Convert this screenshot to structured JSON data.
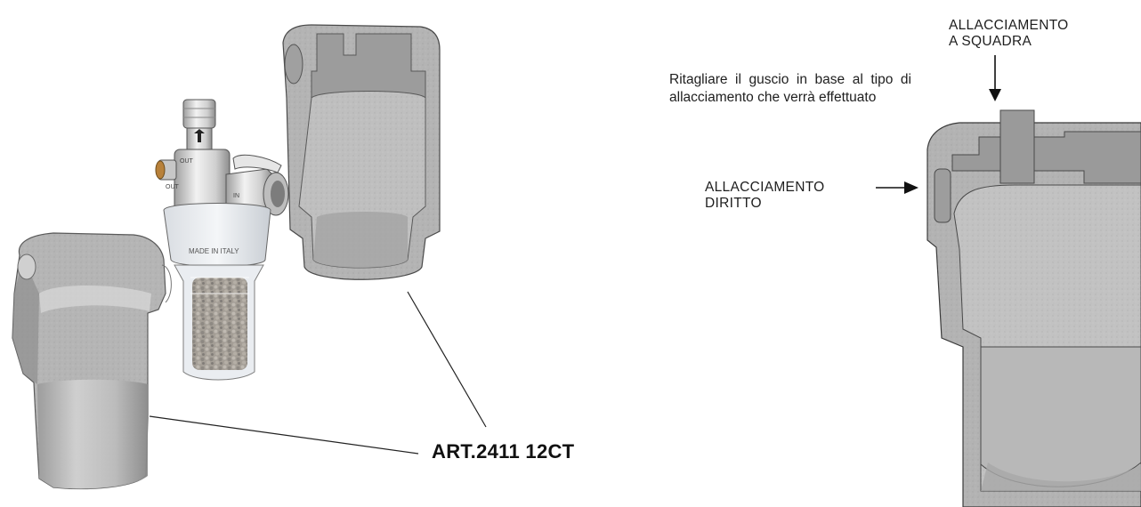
{
  "labels": {
    "squadra_line1": "ALLACCIAMENTO",
    "squadra_line2": "A SQUADRA",
    "diritto_line1": "ALLACCIAMENTO",
    "diritto_line2": "DIRITTO",
    "note": "Ritagliare il guscio in base al tipo di allacciamento che verrà effettuato",
    "article": "ART.2411 12CT"
  },
  "product_markings": {
    "made_in": "MADE IN ITALY",
    "out": "OUT",
    "in": "IN"
  },
  "colors": {
    "shell_light": "#c9c9c9",
    "shell_mid": "#a7a7a7",
    "shell_dark": "#7f7f7f",
    "outline": "#3a3a3a",
    "metal": "#d8d8d8",
    "media": "#8c8378"
  }
}
